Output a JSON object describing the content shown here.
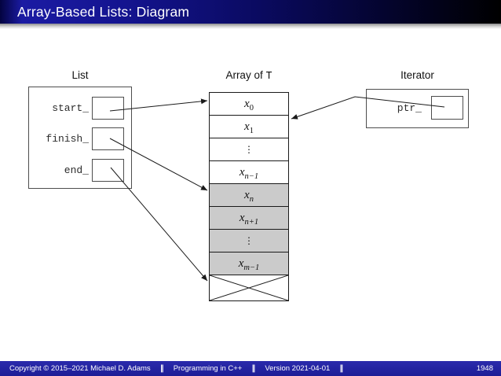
{
  "header": {
    "title": "Array-Based Lists: Diagram"
  },
  "diagram": {
    "list": {
      "label": "List",
      "fields": [
        {
          "name": "start_"
        },
        {
          "name": "finish_"
        },
        {
          "name": "end_"
        }
      ]
    },
    "array": {
      "label_prefix": "Array of ",
      "label_type": "T",
      "cells": [
        {
          "base": "x",
          "sub": "0",
          "shaded": false
        },
        {
          "base": "x",
          "sub": "1",
          "shaded": false
        },
        {
          "dots": "⋮",
          "shaded": false
        },
        {
          "base": "x",
          "sub": "n−1",
          "shaded": false
        },
        {
          "base": "x",
          "sub": "n",
          "shaded": true
        },
        {
          "base": "x",
          "sub": "n+1",
          "shaded": true
        },
        {
          "dots": "⋮",
          "shaded": true
        },
        {
          "base": "x",
          "sub": "m−1",
          "shaded": true
        },
        {
          "crossed": true,
          "shaded": false
        }
      ]
    },
    "iterator": {
      "label": "Iterator",
      "field": "ptr_"
    }
  },
  "footer": {
    "copyright": "Copyright © 2015–2021 Michael D. Adams",
    "separator": "‖",
    "course": "Programming in C++",
    "version": "Version 2021-04-01",
    "page": "1948"
  },
  "colors": {
    "shaded_cell": "#cbcbcb",
    "header_blue": "#14148f",
    "footer_blue": "#2222a0",
    "line": "#1a1a1a"
  }
}
